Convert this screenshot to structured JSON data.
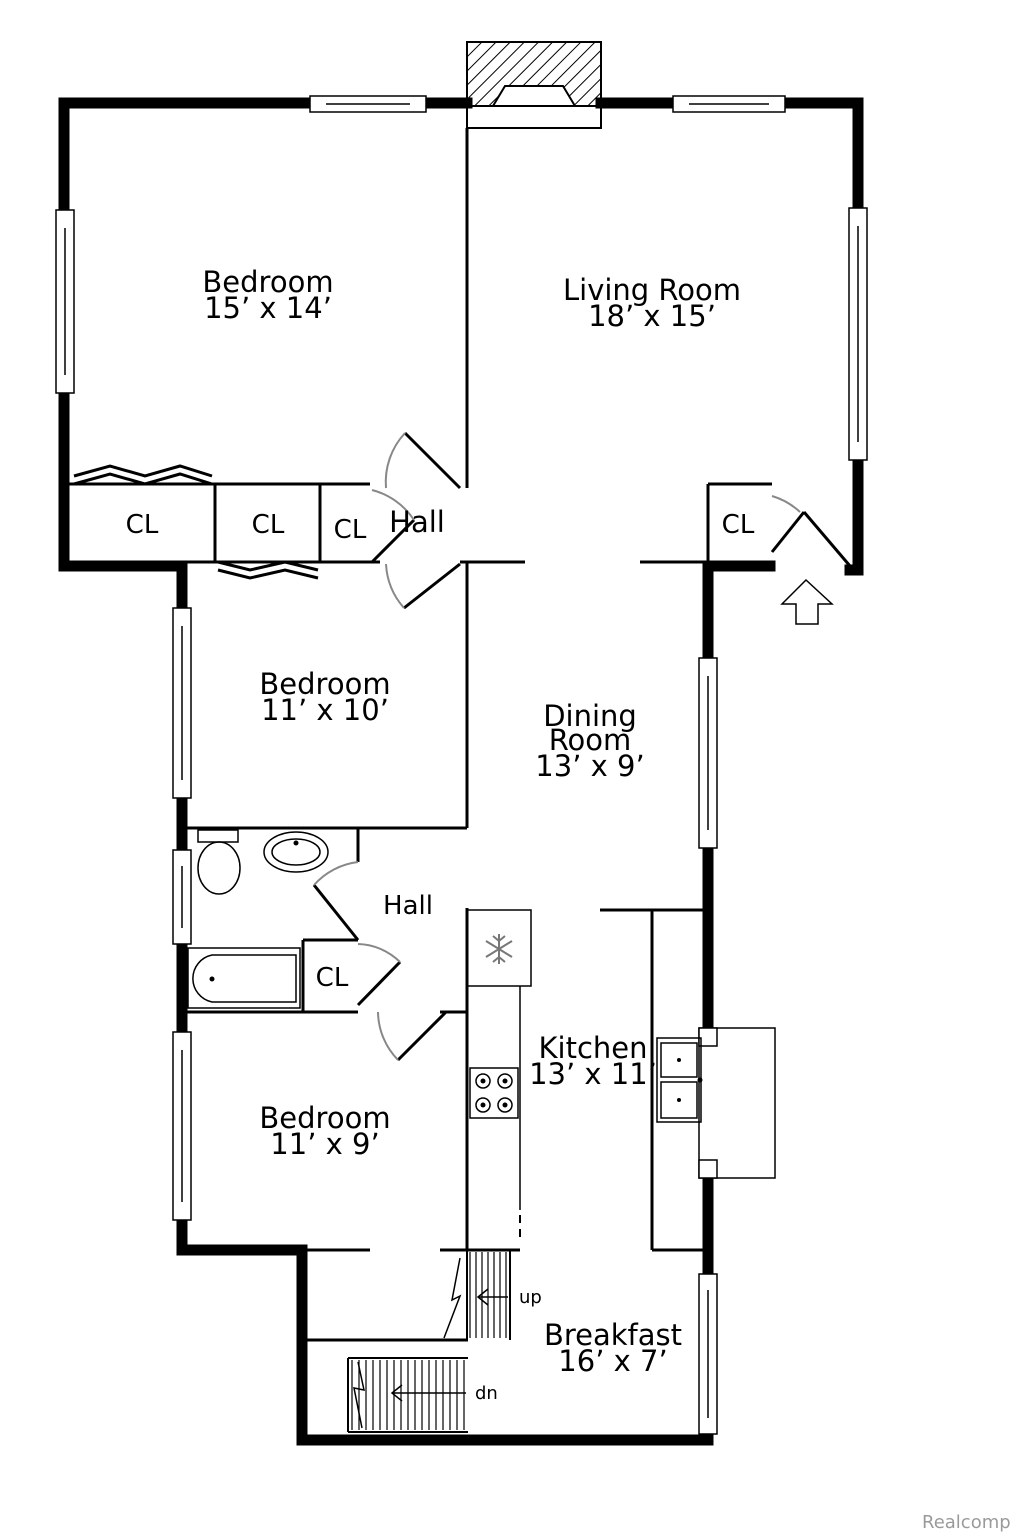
{
  "plan": {
    "rooms": [
      {
        "key": "bedroom1",
        "name": "Bedroom",
        "size": "15’ x 14’"
      },
      {
        "key": "living",
        "name": "Living Room",
        "size": "18’ x 15’"
      },
      {
        "key": "bedroom2",
        "name": "Bedroom",
        "size": "11’ x 10’"
      },
      {
        "key": "dining",
        "name": "Dining",
        "name2": "Room",
        "size": "13’ x 9’"
      },
      {
        "key": "kitchen",
        "name": "Kitchen",
        "size": "13’ x 11’"
      },
      {
        "key": "bedroom3",
        "name": "Bedroom",
        "size": "11’ x 9’"
      },
      {
        "key": "breakfast",
        "name": "Breakfast",
        "size": "16’ x 7’"
      }
    ],
    "halls": [
      "Hall",
      "Hall"
    ],
    "closets": [
      "CL",
      "CL",
      "CL",
      "CL",
      "CL"
    ],
    "stairs": {
      "up": "up",
      "down": "dn"
    },
    "icons": [
      "entry-arrow-icon",
      "snowflake-icon",
      "toilet-icon",
      "sink-icon",
      "bathtub-icon",
      "stove-icon",
      "double-sink-icon",
      "fireplace-icon"
    ]
  },
  "watermark": "Realcomp"
}
